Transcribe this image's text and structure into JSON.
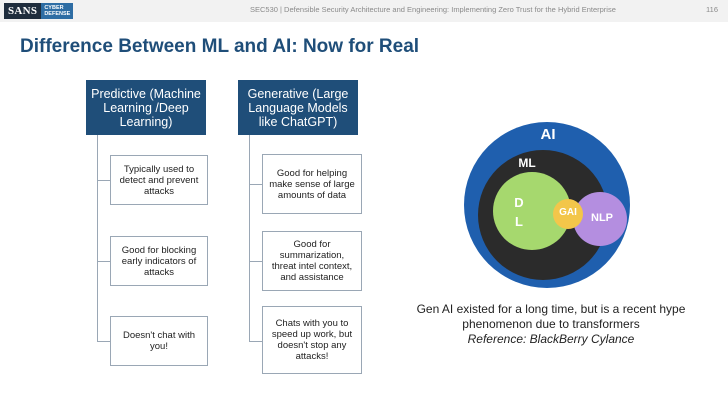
{
  "header": {
    "logo_main": "SANS",
    "logo_sub_1": "CYBER",
    "logo_sub_2": "DEFENSE",
    "course": "SEC530 | Defensible Security Architecture and Engineering: Implementing Zero Trust for the Hybrid Enterprise",
    "page": "116"
  },
  "title": "Difference Between ML and AI: Now for Real",
  "predictive": {
    "heading": "Predictive (Machine Learning /Deep Learning)",
    "items": [
      "Typically used to detect and prevent attacks",
      "Good for blocking early indicators of attacks",
      "Doesn't chat with you!"
    ]
  },
  "generative": {
    "heading": "Generative (Large Language Models like ChatGPT)",
    "items": [
      "Good for helping make sense of large amounts of data",
      "Good for summarization, threat intel context, and assistance",
      "Chats with you to speed up work, but doesn't stop any attacks!"
    ]
  },
  "venn": {
    "ai": "AI",
    "ml": "ML",
    "dl_d": "D",
    "dl_l": "L",
    "gai": "GAI",
    "nlp": "NLP",
    "colors": {
      "ai": "#1f5fae",
      "ml": "#2b2b2b",
      "dl": "#a6d86e",
      "gai": "#f3c64a",
      "nlp": "#b48ee0"
    }
  },
  "caption": {
    "text": "Gen AI existed for a long time, but is a recent hype phenomenon due to transformers",
    "reference": "Reference: BlackBerry Cylance"
  }
}
